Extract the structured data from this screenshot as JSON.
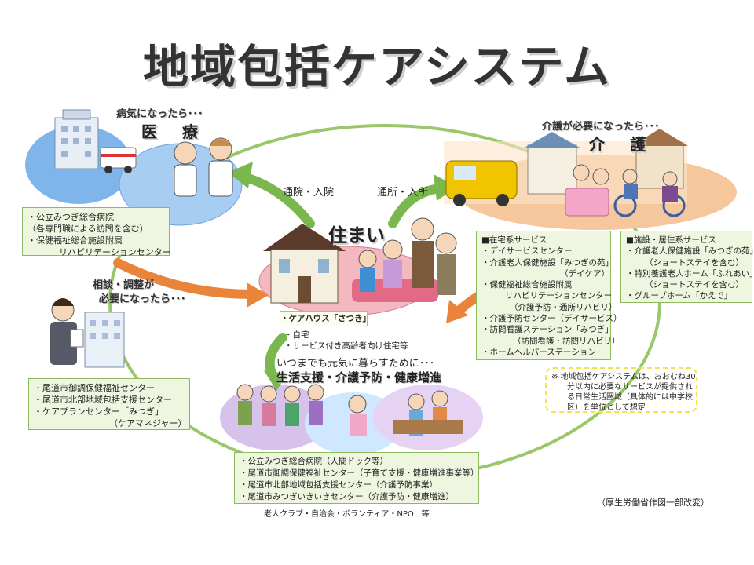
{
  "title": "地域包括ケアシステム",
  "medical": {
    "caption": "病気になったら･･･",
    "heading": "医　療",
    "items": [
      "・公立みつぎ総合病院",
      "（各専門職による訪問を含む）",
      "・保健福祉総合施設附属",
      "リハビリテーションセンター"
    ]
  },
  "care": {
    "caption": "介護が必要になったら･･･",
    "heading": "介　護"
  },
  "arrows": {
    "hospital_visit": "通院・入院",
    "day_service": "通所・入所"
  },
  "home": {
    "heading": "住まい",
    "care_house": "・ケアハウス「さつき」",
    "items": [
      "・自宅",
      "・サービス付き高齢者向け住宅等"
    ]
  },
  "consult": {
    "caption_line1": "相談・調整が",
    "caption_line2": "必要になったら･･･",
    "items": [
      "・尾道市御調保健福祉センター",
      "・尾道市北部地域包括支援センター",
      "・ケアプランセンター「みつぎ」",
      "（ケアマネジャー）"
    ]
  },
  "home_services": {
    "items": [
      "■在宅系サービス",
      "・デイサービスセンター",
      "・介護老人保健施設「みつぎの苑」",
      "（デイケア）",
      "・保健福祉総合施設附属",
      "リハビリテーションセンター",
      "（介護予防・通所リハビリ）",
      "・介護予防センター（デイサービス）",
      "・訪問看護ステーション「みつぎ」",
      "（訪問看護・訪問リハビリ）",
      "・ホームヘルパーステーション"
    ]
  },
  "facility_services": {
    "items": [
      "■施設・居住系サービス",
      "・介護老人保健施設「みつぎの苑」",
      "（ショートステイを含む）",
      "・特別養護老人ホーム「ふれあい」",
      "（ショートステイを含む）",
      "・グループホーム「かえで」"
    ]
  },
  "prevention": {
    "caption": "いつまでも元気に暮らすために･･･",
    "heading": "生活支援・介護予防・健康増進",
    "items": [
      "・公立みつぎ総合病院（人間ドック等）",
      "・尾道市御調保健福祉センター（子育て支援・健康増進事業等）",
      "・尾道市北部地域包括支援センター（介護予防事業）",
      "・尾道市みつぎいきいきセンター（介護予防・健康増進）"
    ],
    "footer": "老人クラブ・自治会・ボランティア・NPO　等"
  },
  "note": {
    "lines": [
      "※ 地域包括ケアシステムは、おおむね30",
      "分以内に必要なサービスが提供され",
      "る日常生活圏域（具体的には中学校",
      "区）を単位として想定"
    ]
  },
  "source": "（厚生労働省作図一部改変）",
  "colors": {
    "ring": "#9bc76b",
    "medical_blob": "#7fb5ea",
    "care_blob": "#f6c79d",
    "home_blob": "#f4b8c0",
    "prevention_blob": "#d7c2ec",
    "arrow_green": "#7ab84f",
    "arrow_orange": "#e9843a"
  }
}
